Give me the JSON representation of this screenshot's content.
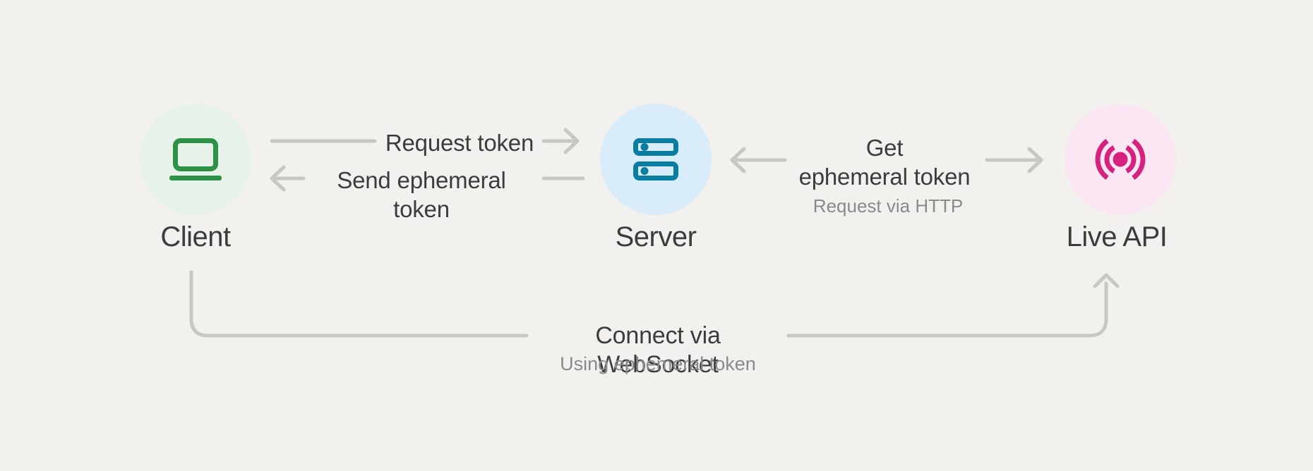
{
  "diagram": {
    "background": "#f2f1ee",
    "nodes": {
      "client": {
        "label": "Client",
        "icon": "laptop-icon",
        "circle_color": "#e7f2ea",
        "icon_color": "#2d9246"
      },
      "server": {
        "label": "Server",
        "icon": "server-rack-icon",
        "circle_color": "#d8edf9",
        "icon_color": "#097da2"
      },
      "live_api": {
        "label": "Live API",
        "icon": "broadcast-icon",
        "circle_color": "#fbe7f4",
        "icon_color": "#d6217e"
      }
    },
    "flows": {
      "request_token": {
        "label": "Request token"
      },
      "send_ephemeral_token": {
        "label": "Send ephemeral token"
      },
      "get_ephemeral_token": {
        "label_line1": "Get",
        "label_line2": "ephemeral token",
        "sublabel": "Request via HTTP"
      },
      "connect_websocket": {
        "label": "Connect via WebSocket",
        "sublabel": "Using ephemeral token"
      }
    },
    "colors": {
      "line": "#c9c7c4",
      "text_primary": "#3b3c3e",
      "text_secondary": "#8b8a88"
    }
  }
}
